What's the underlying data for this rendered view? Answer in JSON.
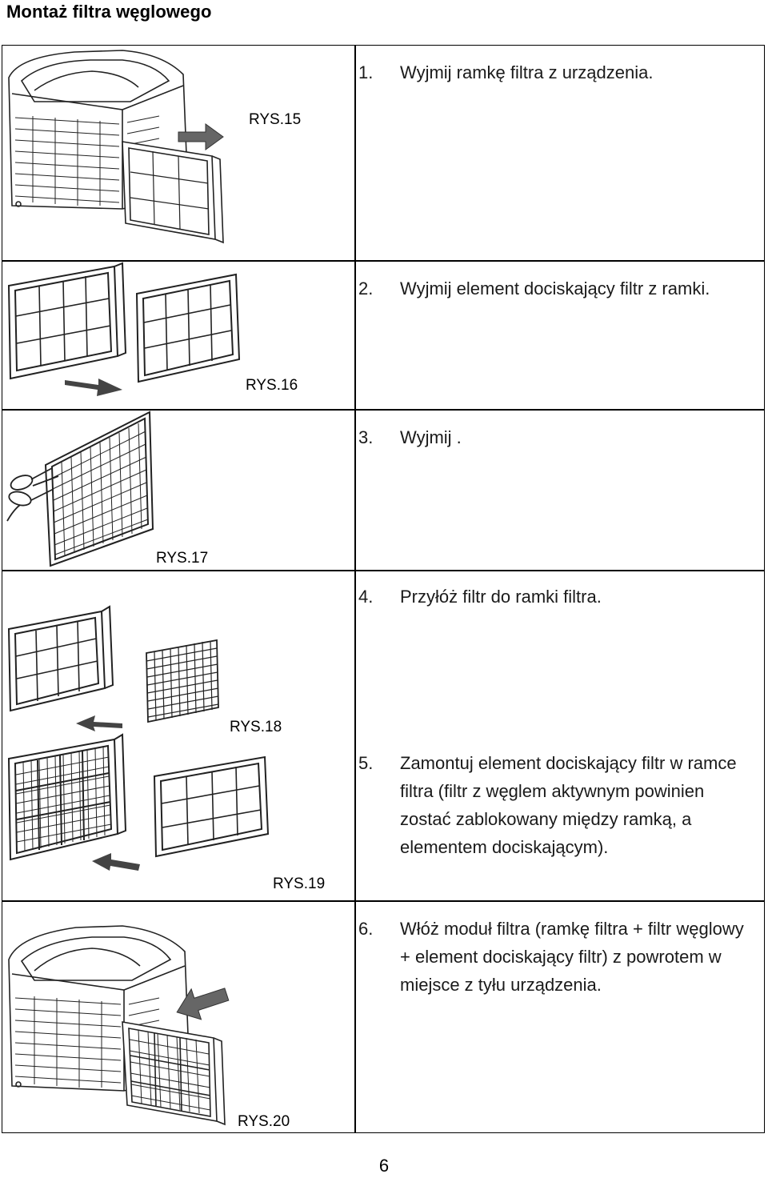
{
  "page": {
    "title": "Montaż filtra węglowego",
    "page_number": "6"
  },
  "steps": [
    {
      "number": "1.",
      "text": "Wyjmij ramkę filtra z urządzenia.",
      "figure_label": "RYS.15",
      "figure": "unit-frame-out-icon"
    },
    {
      "number": "2.",
      "text": "Wyjmij element dociskający filtr z ramki.",
      "figure_label": "RYS.16",
      "figure": "frame-separate-icon"
    },
    {
      "number": "3.",
      "text": "Wyjmij .",
      "figure_label": "RYS.17",
      "figure": "filter-cut-icon"
    },
    {
      "number": "4.",
      "text": "Przyłóż filtr do ramki filtra.",
      "figure_label": "RYS.18",
      "figure": "filter-place-icon"
    },
    {
      "number": "5.",
      "text": "Zamontuj element dociskający filtr w ramce filtra (filtr z węglem aktywnym powinien zostać zablokowany między ramką, a elementem dociskającym).",
      "figure_label": "RYS.19",
      "figure": "frame-assemble-icon"
    },
    {
      "number": "6.",
      "text": "Włóż moduł filtra (ramkę filtra + filtr węglowy + element dociskający filtr) z powrotem w miejsce z tyłu urządzenia.",
      "figure_label": "RYS.20",
      "figure": "unit-frame-in-icon"
    }
  ]
}
